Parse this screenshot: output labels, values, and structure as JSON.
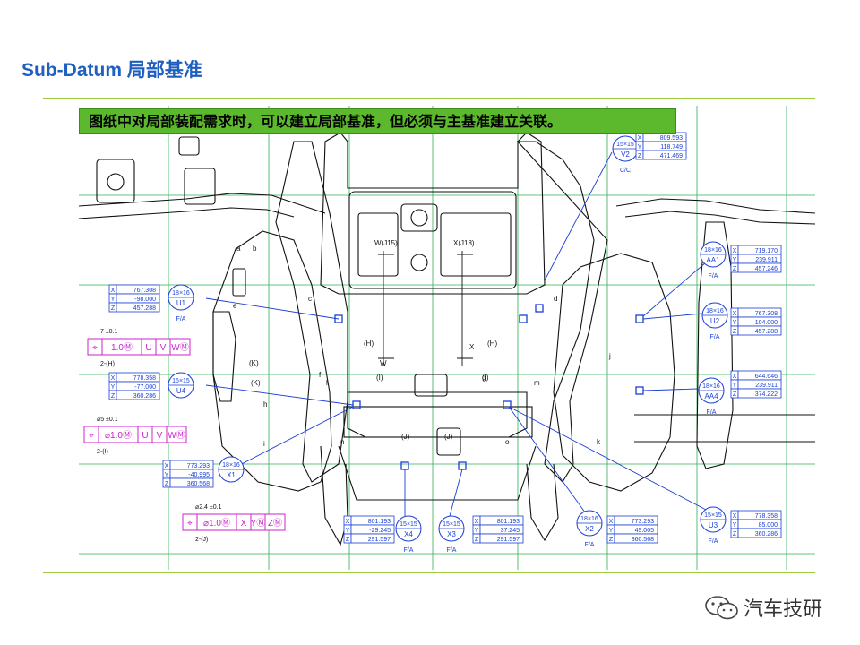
{
  "slide": {
    "title": "Sub-Datum 局部基准",
    "callout": "图纸中对局部装配需求时，可以建立局部基准，但必须与主基准建立关联。",
    "watermark": "汽车技研"
  },
  "drawing": {
    "datum_tags": [
      {
        "size": "15×15",
        "id": "V2",
        "note": "C/C",
        "X": "809.593",
        "Y": "118.749",
        "Z": "471.469"
      },
      {
        "size": "18×16",
        "id": "AA1",
        "note": "F/A",
        "X": "719.170",
        "Y": "239.911",
        "Z": "457.246"
      },
      {
        "size": "18×16",
        "id": "U1",
        "note": "F/A",
        "X": "767.308",
        "Y": "-98.000",
        "Z": "457.288"
      },
      {
        "size": "18×16",
        "id": "U2",
        "note": "F/A",
        "X": "767.308",
        "Y": "104.000",
        "Z": "457.288"
      },
      {
        "size": "15×15",
        "id": "U4",
        "note": "",
        "X": "778.358",
        "Y": "-77.000",
        "Z": "360.286"
      },
      {
        "size": "18×16",
        "id": "AA4",
        "note": "F/A",
        "X": "644.646",
        "Y": "239.911",
        "Z": "374.222"
      },
      {
        "size": "18×16",
        "id": "X1",
        "note": "",
        "X": "773.293",
        "Y": "-40.995",
        "Z": "360.568"
      },
      {
        "size": "15×15",
        "id": "X4",
        "note": "F/A",
        "X": "801.193",
        "Y": "-29.245",
        "Z": "291.597"
      },
      {
        "size": "15×15",
        "id": "X3",
        "note": "F/A",
        "X": "801.193",
        "Y": "37.245",
        "Z": "291.597"
      },
      {
        "size": "18×16",
        "id": "X2",
        "note": "F/A",
        "X": "773.293",
        "Y": "49.005",
        "Z": "360.568"
      },
      {
        "size": "15×15",
        "id": "U3",
        "note": "F/A",
        "X": "778.358",
        "Y": "85.000",
        "Z": "360.286"
      }
    ],
    "fcf": [
      {
        "symbol": "⌖",
        "tol": "1.0Ⓜ",
        "refs": [
          "U",
          "V",
          "WⓂ"
        ],
        "above": "7 ±0.1",
        "below": "2-(H)",
        "color": "#cc22cc"
      },
      {
        "symbol": "⌖",
        "tol": "⌀1.0Ⓜ",
        "refs": [
          "U",
          "V",
          "WⓂ"
        ],
        "above": "⌀5 ±0.1",
        "below": "2-(I)",
        "color": "#cc22cc"
      },
      {
        "symbol": "⌖",
        "tol": "⌀1.0Ⓜ",
        "refs": [
          "X",
          "YⓂ",
          "ZⓂ"
        ],
        "above": "⌀2.4 ±0.1",
        "below": "2-(J)",
        "color": "#cc22cc"
      }
    ],
    "markers": [
      "W(J15)",
      "X(J18)",
      "W",
      "X",
      "(H)",
      "(H)",
      "(K)",
      "(K)",
      "(J)",
      "(J)",
      "(I)",
      "(I)"
    ],
    "letters": [
      "a",
      "b",
      "c",
      "d",
      "e",
      "f",
      "g",
      "h",
      "i",
      "j",
      "k",
      "l",
      "m",
      "n",
      "o"
    ]
  },
  "colors": {
    "title": "#1f5fbf",
    "rule": "#9ccc3c",
    "callout": "#5cb82c",
    "blue": "#1a3fd6",
    "magenta": "#cc22cc",
    "grid": "#2fb050"
  }
}
